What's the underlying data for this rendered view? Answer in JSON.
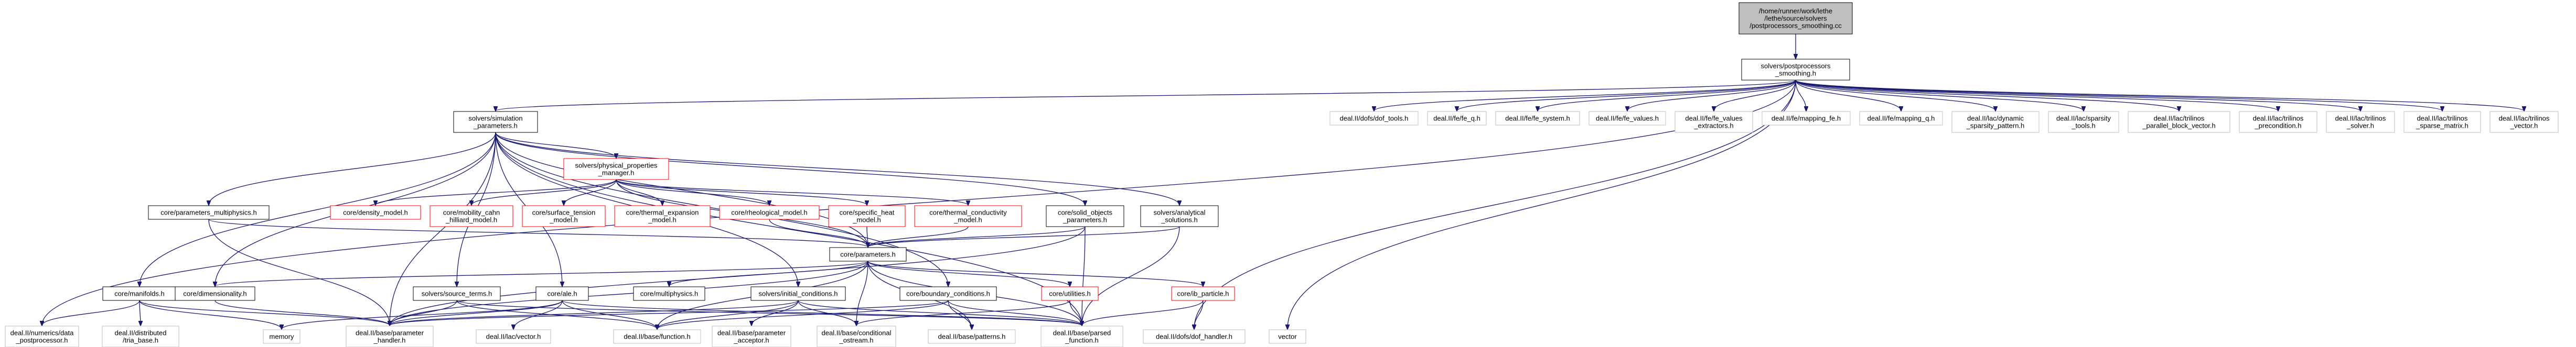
{
  "nodes": {
    "root": [
      "/home/runner/work/lethe",
      "/lethe/source/solvers",
      "/postprocessors_smoothing.cc"
    ],
    "pps": [
      "solvers/postprocessors",
      "_smoothing.h"
    ],
    "simparam": [
      "solvers/simulation",
      "_parameters.h"
    ],
    "dof_tools": [
      "deal.II/dofs/dof_tools.h"
    ],
    "fe_q": [
      "deal.II/fe/fe_q.h"
    ],
    "fe_system": [
      "deal.II/fe/fe_system.h"
    ],
    "fe_values": [
      "deal.II/fe/fe_values.h"
    ],
    "fe_values_extr": [
      "deal.II/fe/fe_values",
      "_extractors.h"
    ],
    "mapping_fe": [
      "deal.II/fe/mapping_fe.h"
    ],
    "mapping_q": [
      "deal.II/fe/mapping_q.h"
    ],
    "dyn_sparsity": [
      "deal.II/lac/dynamic",
      "_sparsity_pattern.h"
    ],
    "sparsity_tools": [
      "deal.II/lac/sparsity",
      "_tools.h"
    ],
    "trilinos_pbv": [
      "deal.II/lac/trilinos",
      "_parallel_block_vector.h"
    ],
    "trilinos_prec": [
      "deal.II/lac/trilinos",
      "_precondition.h"
    ],
    "trilinos_solver": [
      "deal.II/lac/trilinos",
      "_solver.h"
    ],
    "trilinos_sparse": [
      "deal.II/lac/trilinos",
      "_sparse_matrix.h"
    ],
    "trilinos_vector": [
      "deal.II/lac/trilinos",
      "_vector.h"
    ],
    "physprop": [
      "solvers/physical_properties",
      "_manager.h"
    ],
    "density": [
      "core/density_model.h"
    ],
    "mobility": [
      "core/mobility_cahn",
      "_hilliard_model.h"
    ],
    "surface_tension": [
      "core/surface_tension",
      "_model.h"
    ],
    "thermal_exp": [
      "core/thermal_expansion",
      "_model.h"
    ],
    "rheo": [
      "core/rheological_model.h"
    ],
    "specific_heat": [
      "core/specific_heat",
      "_model.h"
    ],
    "thermal_cond": [
      "core/thermal_conductivity",
      "_model.h"
    ],
    "params_multiphysics": [
      "core/parameters_multiphysics.h"
    ],
    "solid_objects": [
      "core/solid_objects",
      "_parameters.h"
    ],
    "analytical": [
      "solvers/analytical",
      "_solutions.h"
    ],
    "parameters": [
      "core/parameters.h"
    ],
    "manifolds": [
      "core/manifolds.h"
    ],
    "dimensionality": [
      "core/dimensionality.h"
    ],
    "source_terms": [
      "solvers/source_terms.h"
    ],
    "core_ale": [
      "core/ale.h"
    ],
    "multiphysics": [
      "core/multiphysics.h"
    ],
    "initial_cond": [
      "solvers/initial_conditions.h"
    ],
    "boundary_cond": [
      "core/boundary_conditions.h"
    ],
    "utilities": [
      "core/utilities.h"
    ],
    "ib_particle": [
      "core/ib_particle.h"
    ],
    "numerics_data_pp": [
      "deal.II/numerics/data",
      "_postprocessor.h"
    ],
    "distributed_tria": [
      "deal.II/distributed",
      "/tria_base.h"
    ],
    "memory": [
      "memory"
    ],
    "param_handler": [
      "deal.II/base/parameter",
      "_handler.h"
    ],
    "lac_vector": [
      "deal.II/lac/vector.h"
    ],
    "base_function": [
      "deal.II/base/function.h"
    ],
    "param_acceptor": [
      "deal.II/base/parameter",
      "_acceptor.h"
    ],
    "conditional_ostream": [
      "deal.II/base/conditional",
      "_ostream.h"
    ],
    "base_patterns": [
      "deal.II/base/patterns.h"
    ],
    "parsed_function": [
      "deal.II/base/parsed",
      "_function.h"
    ],
    "dof_handler": [
      "deal.II/dofs/dof_handler.h"
    ],
    "vector": [
      "vector"
    ]
  },
  "colors": {
    "edge": "#191970",
    "root_fill": "#bfbfbf",
    "missing_border": "#ff0000",
    "external_border": "#bfbfbf"
  }
}
